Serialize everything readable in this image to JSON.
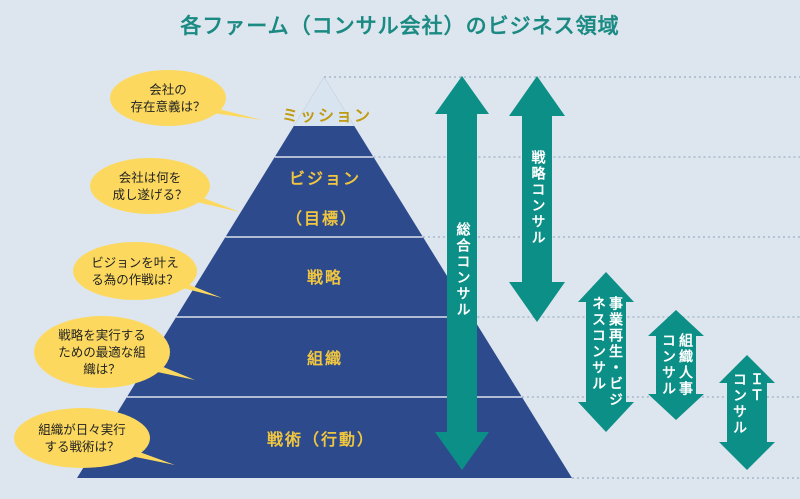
{
  "title": "各ファーム（コンサル会社）のビジネス領域",
  "colors": {
    "pyramid": "#2c4a8c",
    "apex": "#d8e4ef",
    "label_gold": "#f0c640",
    "apex_label": "#c09a10",
    "bubble": "#fcd95e",
    "arrow": "#0b8f86",
    "title": "#1a8a82"
  },
  "layers": [
    {
      "label": "ミッション"
    },
    {
      "label": "ビジョン",
      "sub": "（目標）"
    },
    {
      "label": "戦略"
    },
    {
      "label": "組織"
    },
    {
      "label": "戦術（行動）"
    }
  ],
  "bubbles": [
    {
      "text": "会社の\n存在意義は？"
    },
    {
      "text": "会社は何を\n成し遂げる？"
    },
    {
      "text": "ビジョンを叶え\nる為の作戦は？"
    },
    {
      "text": "戦略を実行する\nための最適な組\n織は？"
    },
    {
      "text": "組織が日々実行\nする戦術は？"
    }
  ],
  "arrows": [
    {
      "label": "総合コンサル"
    },
    {
      "label": "戦略コンサル"
    },
    {
      "label": "事業再生・ビジ\nネスコンサル"
    },
    {
      "label": "組織人事\nコンサル"
    },
    {
      "label": "ＩＴ\nコンサル"
    }
  ]
}
